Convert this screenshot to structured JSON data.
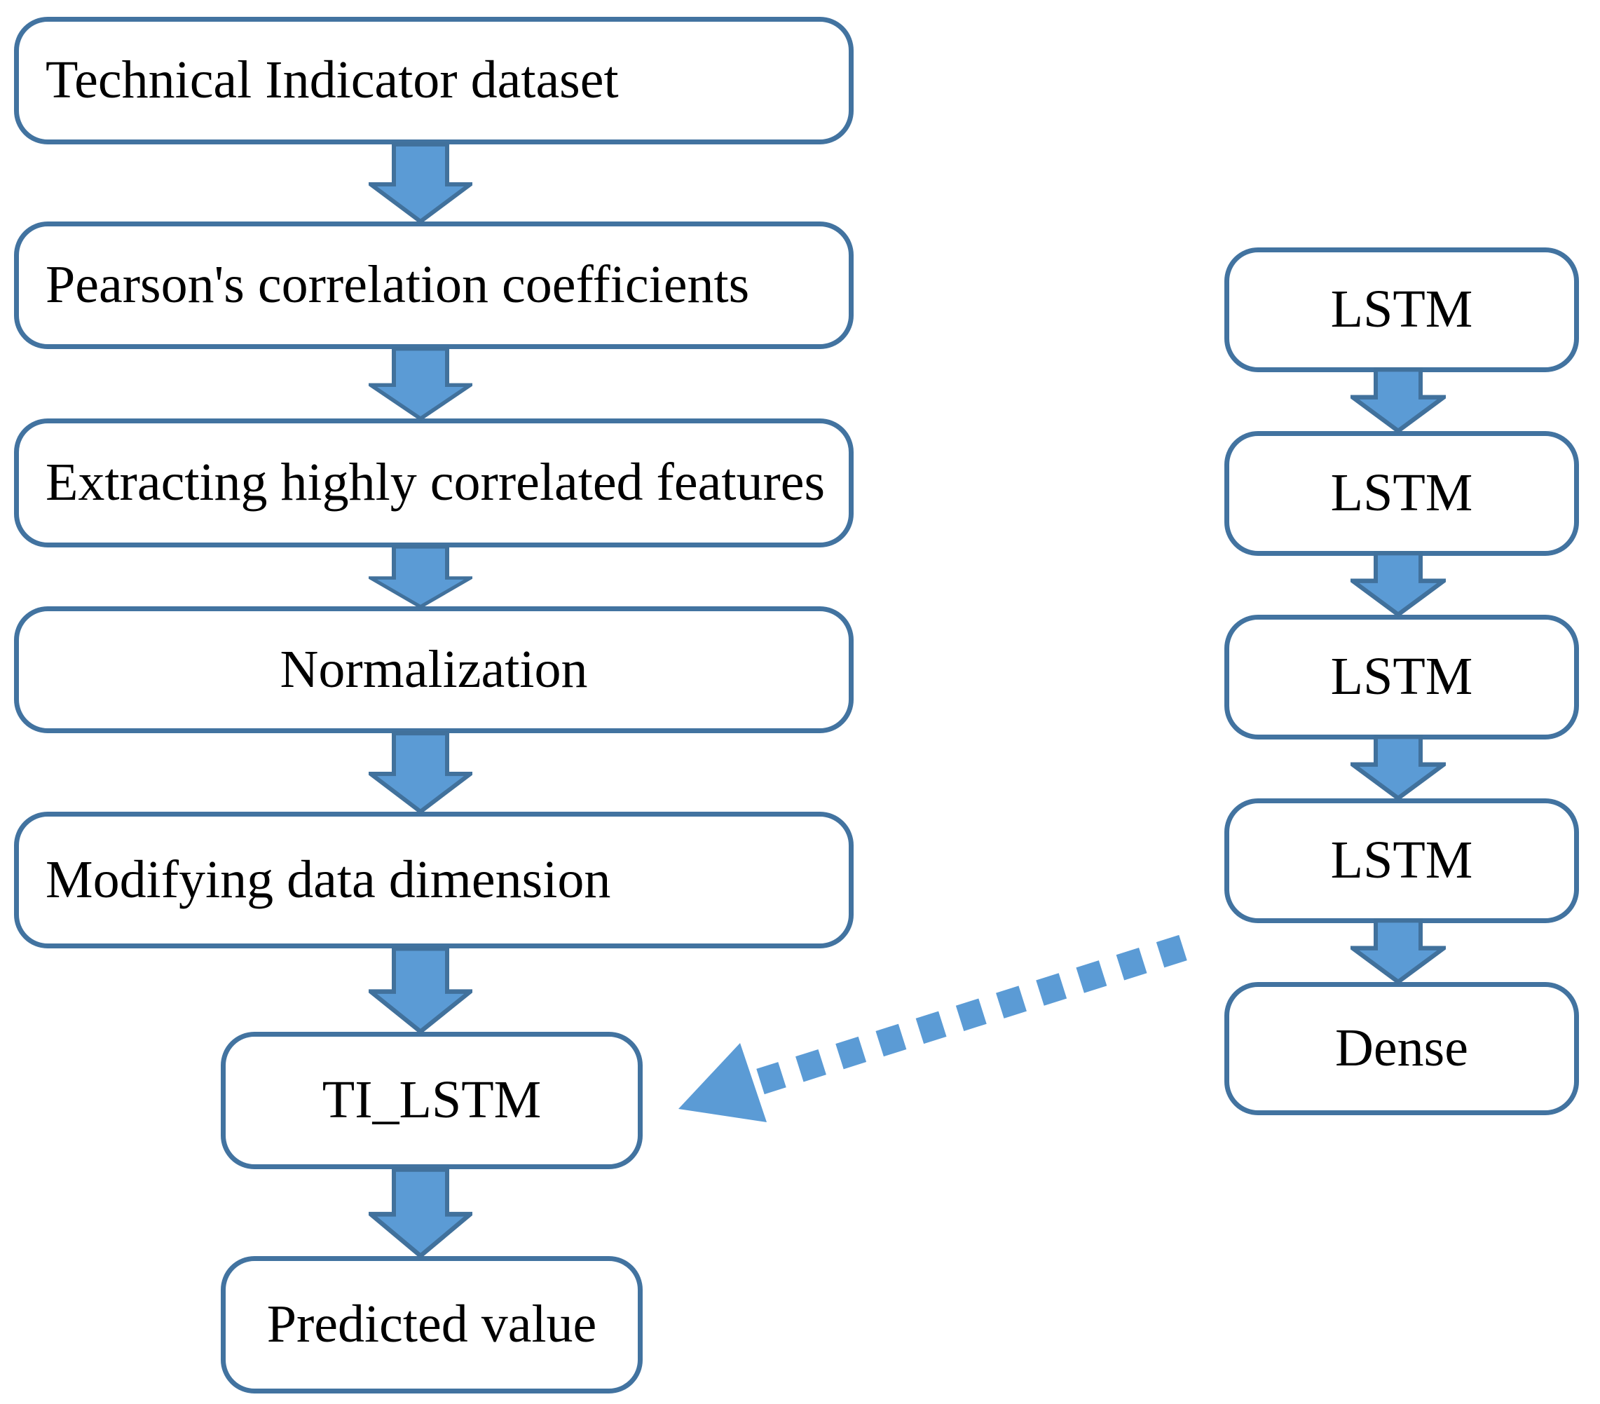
{
  "figure": {
    "type": "flowchart",
    "background": "#ffffff"
  },
  "colors": {
    "box_border": "#4273a0",
    "box_fill": "#ffffff",
    "arrow_fill": "#5b9bd5",
    "arrow_outline": "#41719c",
    "dashed_arrow_color": "#5b9bd5",
    "text_color": "#000000"
  },
  "left_flow": {
    "boxes": [
      {
        "label": "Technical Indicator dataset"
      },
      {
        "label": "Pearson's correlation coefficients"
      },
      {
        "label": "Extracting highly correlated features"
      },
      {
        "label": "Normalization"
      },
      {
        "label": "Modifying data dimension"
      },
      {
        "label": "TI_LSTM"
      },
      {
        "label": "Predicted value"
      }
    ]
  },
  "right_flow": {
    "boxes": [
      {
        "label": "LSTM"
      },
      {
        "label": "LSTM"
      },
      {
        "label": "LSTM"
      },
      {
        "label": "LSTM"
      },
      {
        "label": "Dense"
      }
    ]
  },
  "connector": {
    "style": "dashed",
    "from": "LSTM stack",
    "to": "TI_LSTM"
  }
}
